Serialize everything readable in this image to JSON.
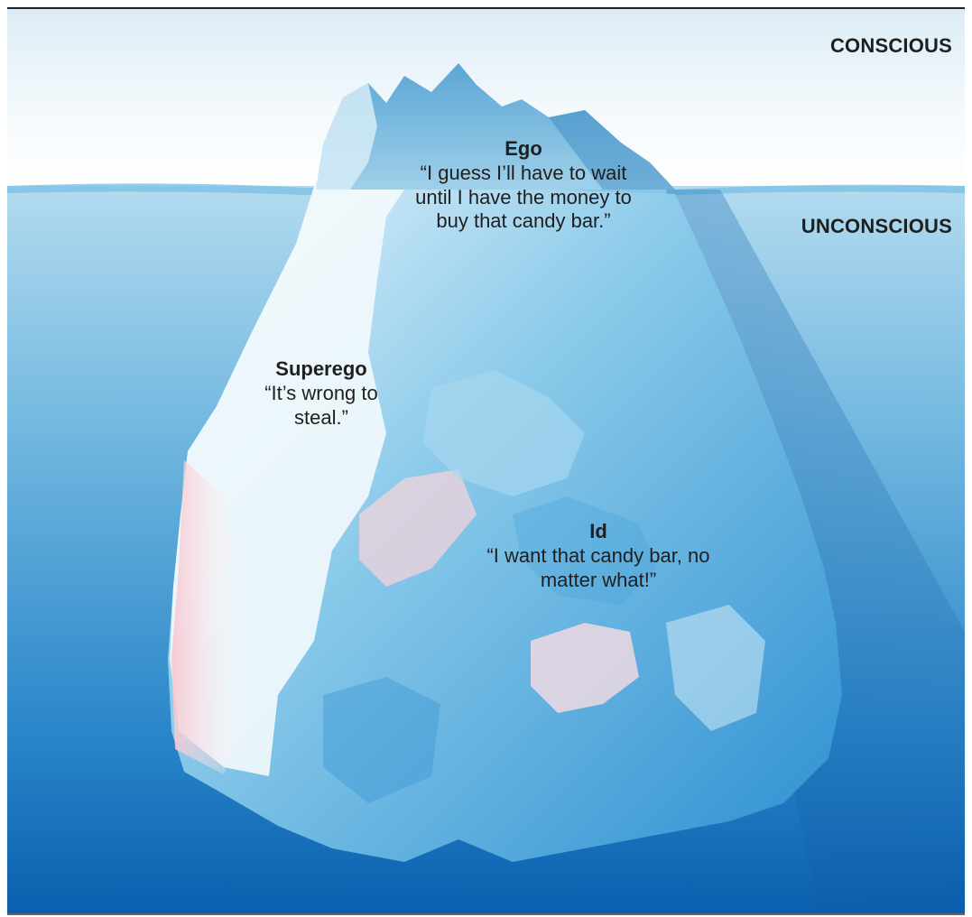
{
  "levels": {
    "conscious": "CONSCIOUS",
    "unconscious": "UNCONSCIOUS"
  },
  "parts": {
    "ego": {
      "name": "Ego",
      "quote": "“I guess I’ll have to wait until I have the money to buy that candy bar.”"
    },
    "superego": {
      "name": "Superego",
      "quote": "“It’s wrong to steal.”"
    },
    "id": {
      "name": "Id",
      "quote": "“I want that candy bar, no matter what!”"
    }
  },
  "colors": {
    "sky_top": "#dfeff8",
    "sky_bottom": "#ffffff",
    "water_top": "#a9d4ec",
    "water_bottom": "#0a64b4",
    "ice_light": "#f4fafd",
    "ice_mid": "#7fc2e6",
    "ice_deep": "#2a8fd0",
    "ice_pink": "#f6c7cf",
    "text": "#1f1f1f"
  }
}
